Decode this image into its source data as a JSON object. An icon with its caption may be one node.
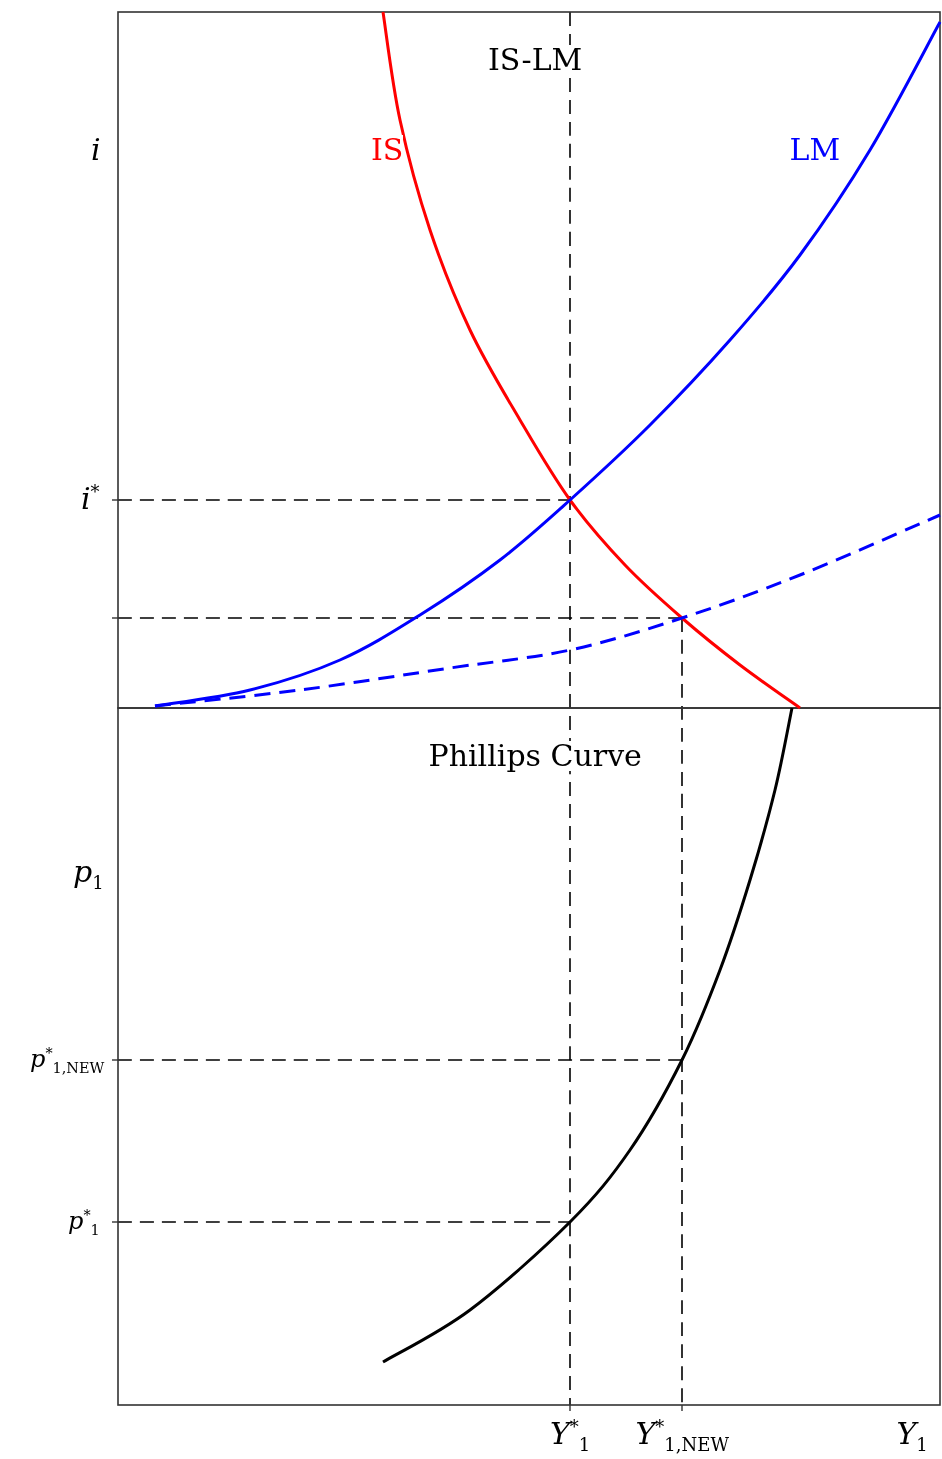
{
  "diagram": {
    "labels": [
      "IS-LM",
      "*i*",
      "IS",
      "LM",
      "*i*$^{*}$",
      "Phillips Curve",
      "*p*$_{1}$",
      "*p*$^{*}$$_{1,NEW}$",
      "*p*$^{*}$$_{1}$",
      "*Y*$^{*}$$_{1}$",
      "*Y*$^{*}$$_{1,NEW}$",
      "*Y*$_{1}$"
    ]
  }
}
